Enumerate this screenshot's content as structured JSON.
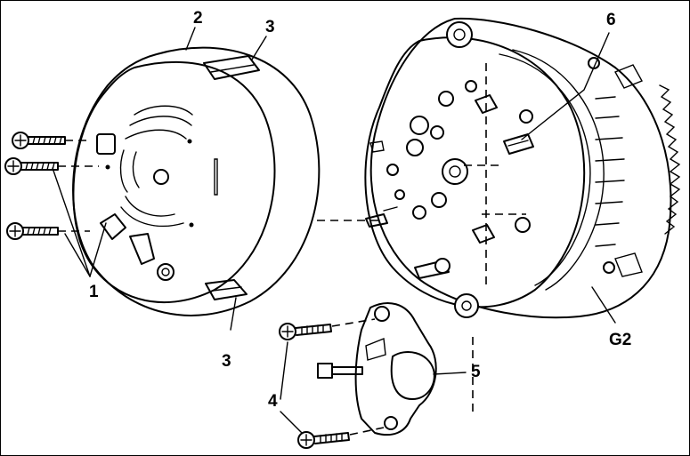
{
  "callouts": {
    "screws_left": "1",
    "cover": "2",
    "clip_top": "3",
    "clip_bottom": "3",
    "screws_regulator": "4",
    "regulator": "5",
    "terminal": "6",
    "alternator": "G2"
  },
  "colors": {
    "ink": "#000000",
    "paper": "#ffffff"
  }
}
